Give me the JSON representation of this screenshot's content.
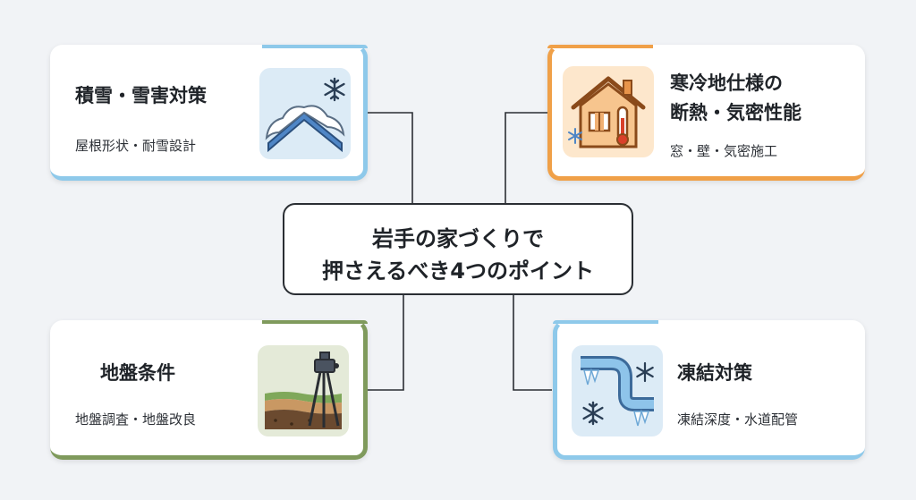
{
  "center": {
    "line1": "岩手の家づくりで",
    "line2": "押さえるべき4つのポイント"
  },
  "cards": {
    "snow": {
      "title": "積雪・雪害対策",
      "subtitle": "屋根形状・耐雪設計",
      "accent": "#8ec9ea",
      "icon": "snow-roof-icon"
    },
    "insulation": {
      "title_line1": "寒冷地仕様の",
      "title_line2": "断熱・気密性能",
      "subtitle": "窓・壁・気密施工",
      "accent": "#f0a048",
      "icon": "insulated-house-icon"
    },
    "ground": {
      "title": "地盤条件",
      "subtitle": "地盤調査・地盤改良",
      "accent": "#7f9a5c",
      "icon": "survey-tripod-icon"
    },
    "freeze": {
      "title": "凍結対策",
      "subtitle": "凍結深度・水道配管",
      "accent": "#8ec9ea",
      "icon": "frozen-pipe-icon"
    }
  }
}
